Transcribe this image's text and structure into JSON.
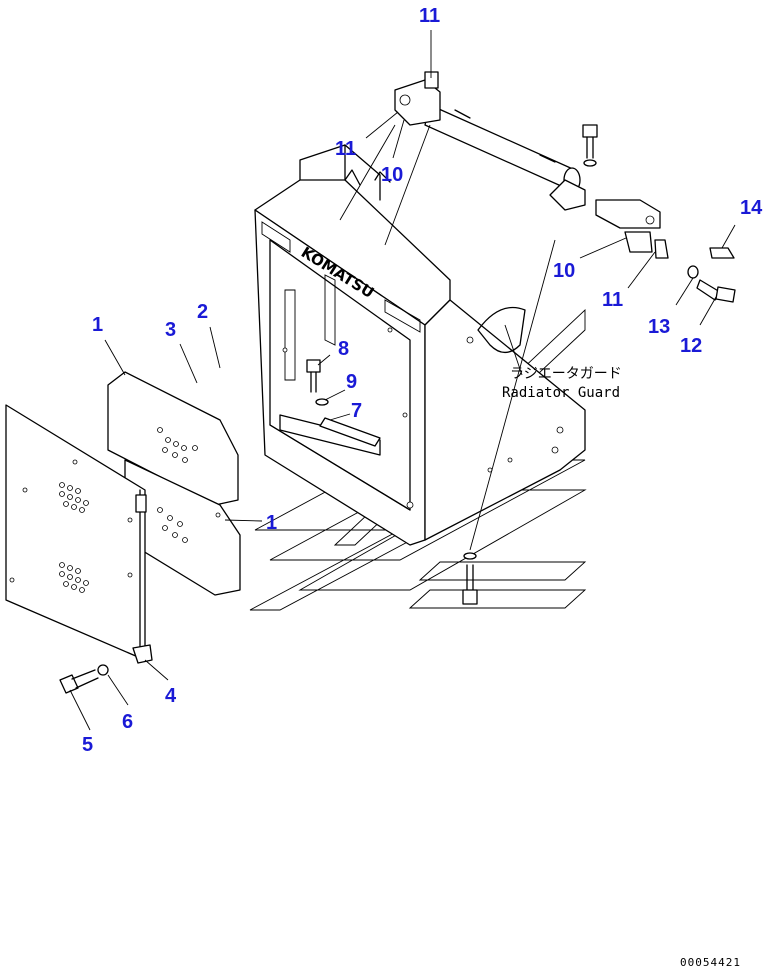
{
  "diagram": {
    "brand_text": "KOMATSU",
    "callout_jp": "ラジエータガード",
    "callout_en": "Radiator Guard",
    "drawing_code": "00054421",
    "part_labels": {
      "p1a": "1",
      "p1b": "1",
      "p2": "2",
      "p3": "3",
      "p4": "4",
      "p5": "5",
      "p6": "6",
      "p7": "7",
      "p8": "8",
      "p9": "9",
      "p10a": "10",
      "p10b": "10",
      "p11a": "11",
      "p11b": "11",
      "p11c": "11",
      "p12": "12",
      "p13": "13",
      "p14": "14"
    }
  }
}
